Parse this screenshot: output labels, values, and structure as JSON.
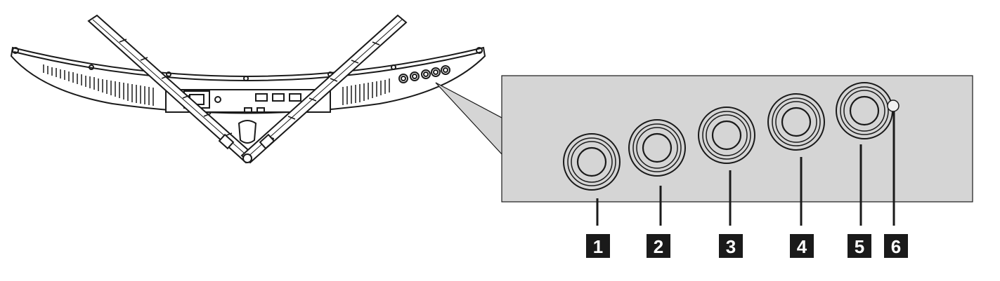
{
  "figure": {
    "labels": [
      {
        "text": "1",
        "part": "button-1"
      },
      {
        "text": "2",
        "part": "button-2"
      },
      {
        "text": "3",
        "part": "button-3"
      },
      {
        "text": "4",
        "part": "button-4"
      },
      {
        "text": "5",
        "part": "button-5"
      },
      {
        "text": "6",
        "part": "power-indicator-led"
      }
    ],
    "colors": {
      "panel_fill": "#d5d5d5",
      "line": "#1a1a1a",
      "label_box": "#1a1a1a",
      "label_text": "#ffffff"
    }
  }
}
